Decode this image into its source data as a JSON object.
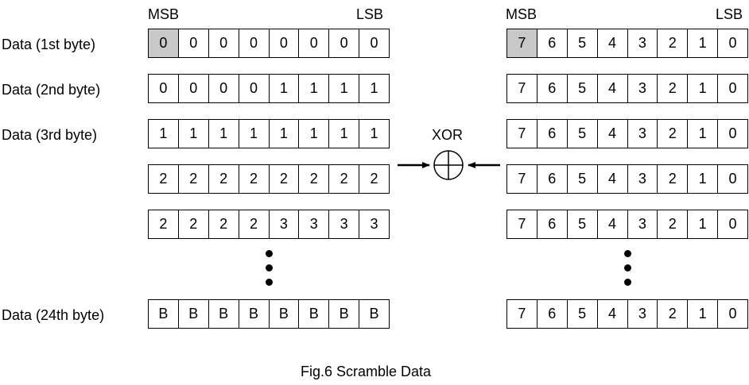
{
  "header": {
    "msb": "MSB",
    "lsb": "LSB"
  },
  "left_rows": [
    {
      "label": "Data (1st byte)",
      "bits": [
        "0",
        "0",
        "0",
        "0",
        "0",
        "0",
        "0",
        "0"
      ]
    },
    {
      "label": "Data (2nd byte)",
      "bits": [
        "0",
        "0",
        "0",
        "0",
        "1",
        "1",
        "1",
        "1"
      ]
    },
    {
      "label": "Data (3rd byte)",
      "bits": [
        "1",
        "1",
        "1",
        "1",
        "1",
        "1",
        "1",
        "1"
      ]
    },
    {
      "label": "",
      "bits": [
        "2",
        "2",
        "2",
        "2",
        "2",
        "2",
        "2",
        "2"
      ]
    },
    {
      "label": "",
      "bits": [
        "2",
        "2",
        "2",
        "2",
        "3",
        "3",
        "3",
        "3"
      ]
    },
    {
      "label": "Data (24th byte)",
      "bits": [
        "B",
        "B",
        "B",
        "B",
        "B",
        "B",
        "B",
        "B"
      ]
    }
  ],
  "right_bits": [
    "7",
    "6",
    "5",
    "4",
    "3",
    "2",
    "1",
    "0"
  ],
  "operator": {
    "label": "XOR",
    "symbol": "xor-circle"
  },
  "caption": "Fig.6 Scramble Data",
  "colors": {
    "shaded_cell": "#c8c8c8",
    "line": "#000000"
  }
}
